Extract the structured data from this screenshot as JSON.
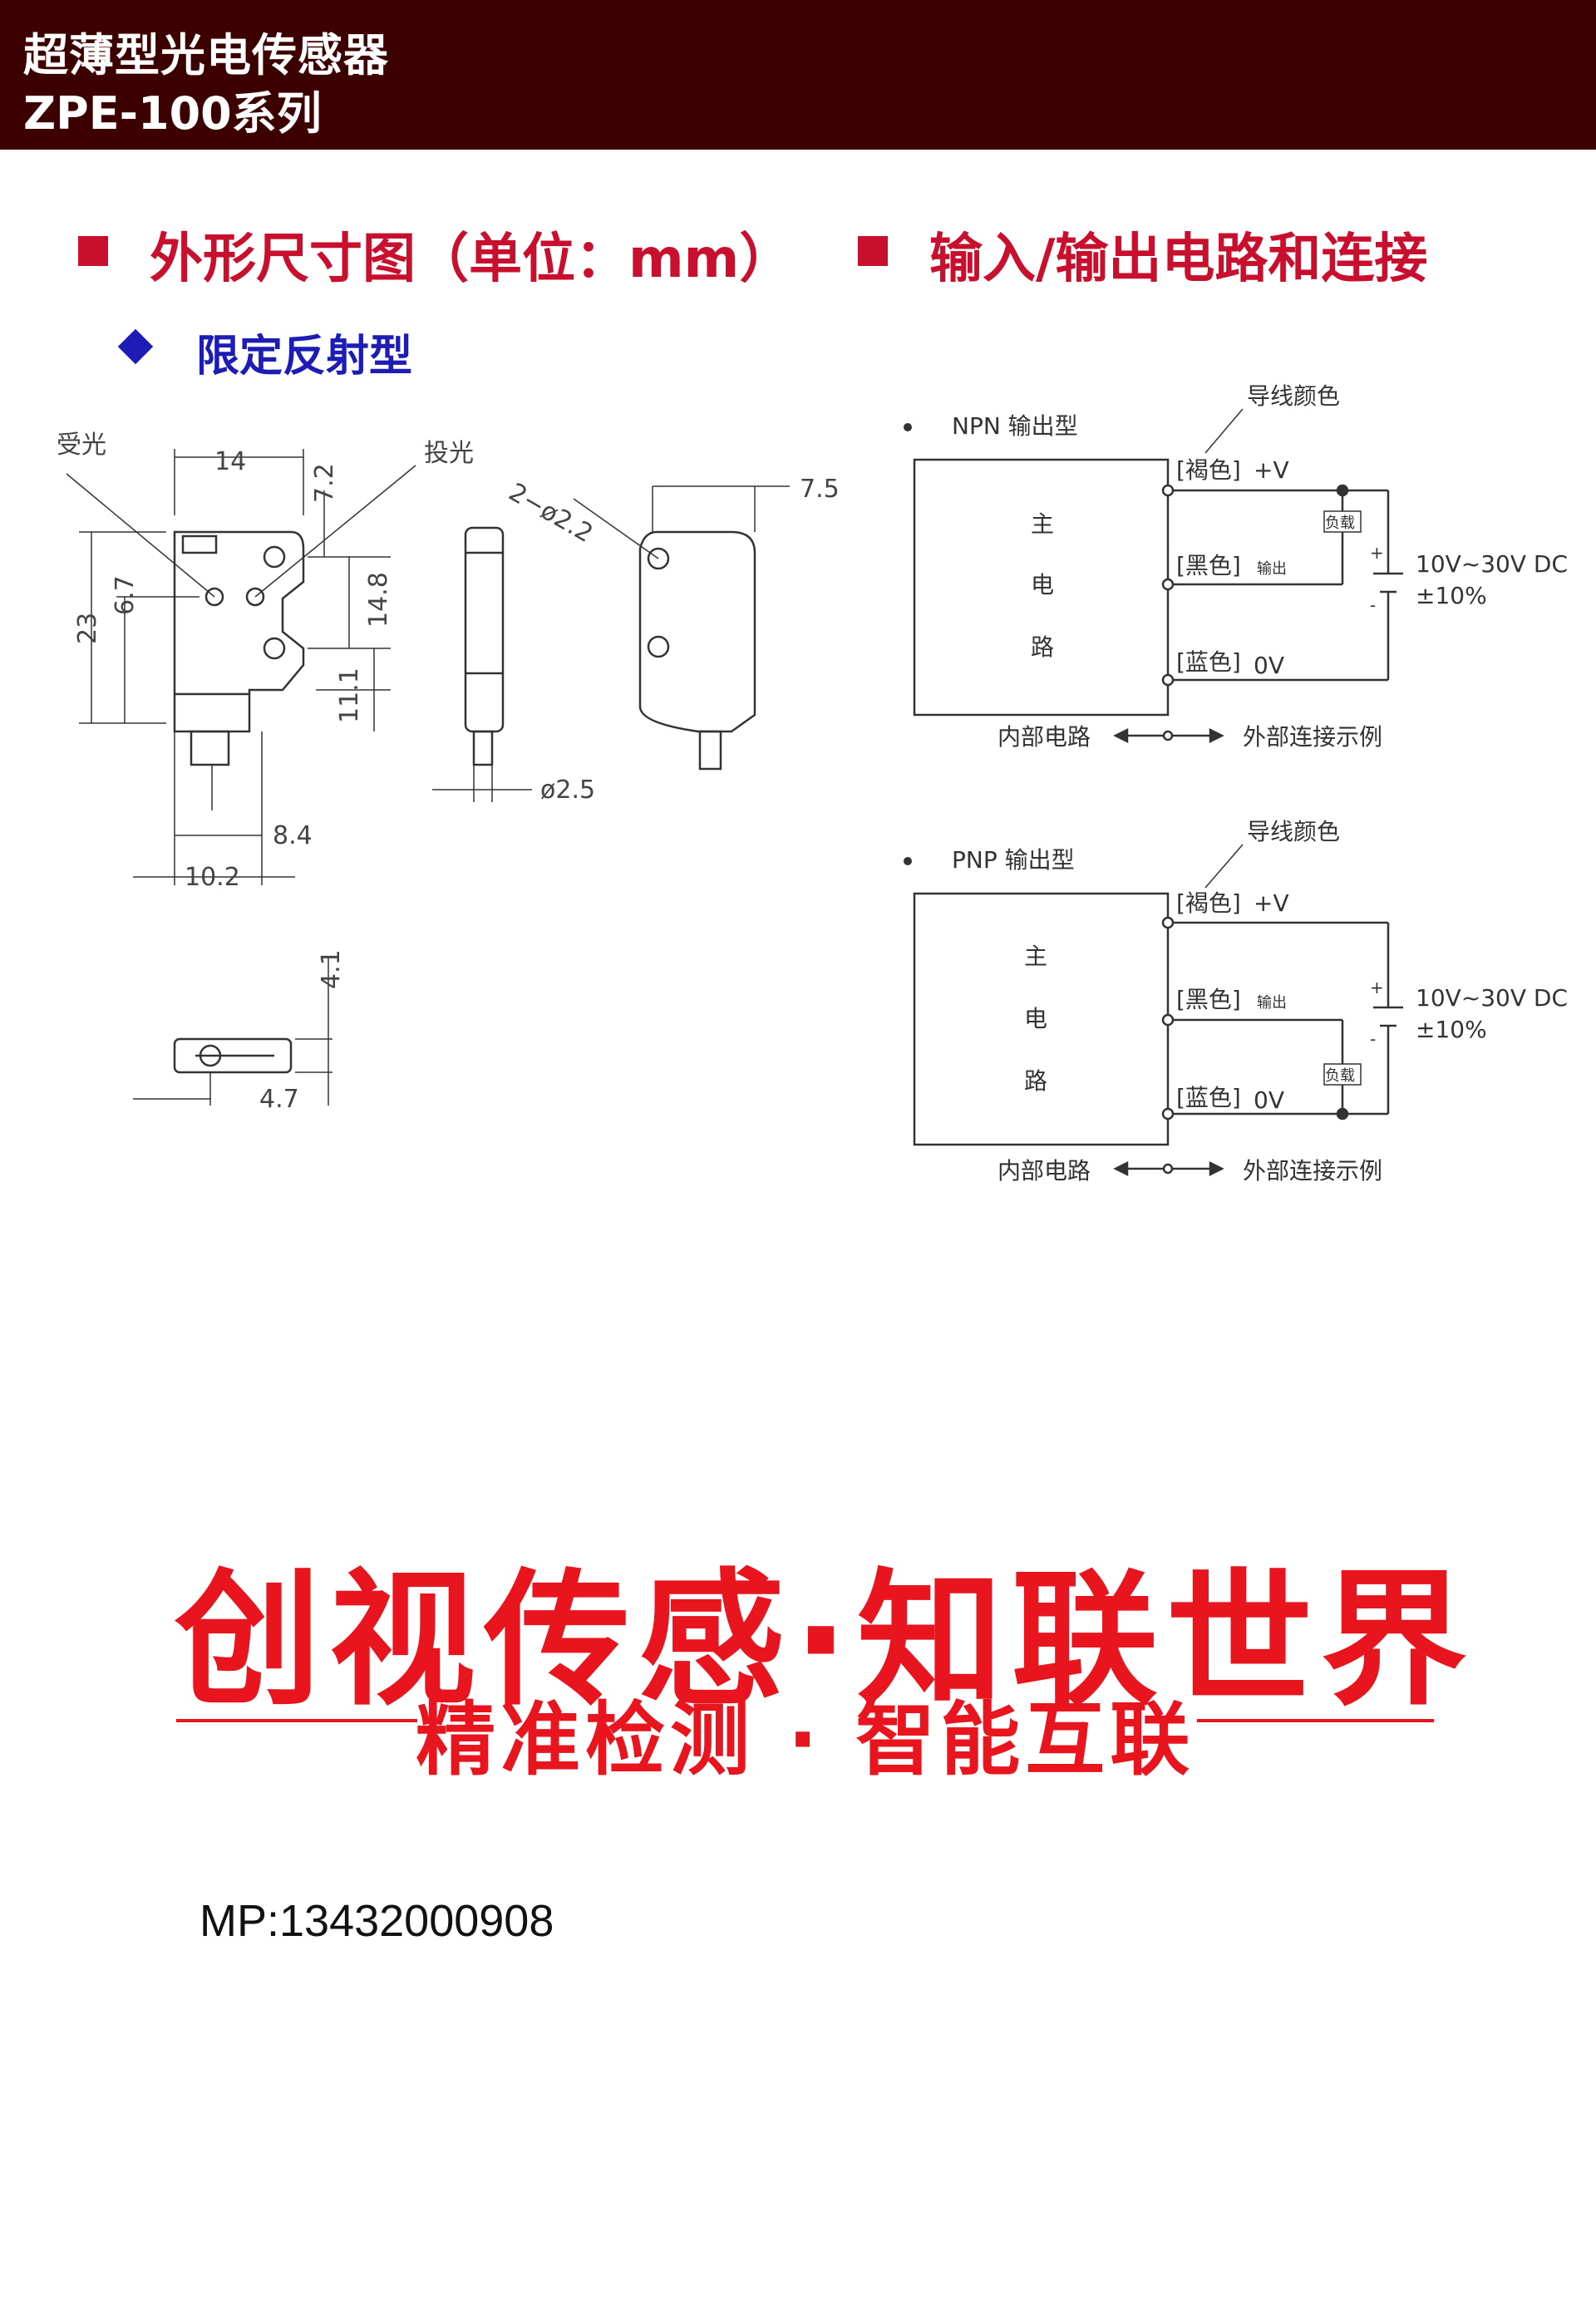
{
  "header": {
    "title": "超薄型光电传感器",
    "series": "ZPE-100系列"
  },
  "sections": {
    "dimensions": "外形尺寸图（单位：mm）",
    "circuit": "输入/输出电路和连接",
    "sub_type": "限定反射型"
  },
  "dims": {
    "receive": "受光",
    "emit": "投光",
    "d14": "14",
    "d7_2": "7.2",
    "d23": "23",
    "d6_7": "6.7",
    "d14_8": "14.8",
    "d11_1": "11.1",
    "d8_4": "8.4",
    "d10_2": "10.2",
    "holes": "2−ø2.2",
    "d7_5": "7.5",
    "d2_5": "ø2.5",
    "d4_1": "4.1",
    "d4_7": "4.7"
  },
  "npn": {
    "title": "NPN 输出型",
    "wire_color": "导线颜色",
    "brown": "[褐色]",
    "plus_v": "+V",
    "black": "[黑色]",
    "output": "输出",
    "blue": "[蓝色]",
    "zero_v": "0V",
    "load": "负载",
    "main1": "主",
    "main2": "电",
    "main3": "路",
    "supply": "10V~30V DC",
    "tolerance": "±10%",
    "plus": "+",
    "minus": "-",
    "internal": "内部电路",
    "external": "外部连接示例"
  },
  "pnp": {
    "title": "PNP 输出型",
    "wire_color": "导线颜色",
    "brown": "[褐色]",
    "plus_v": "+V",
    "black": "[黑色]",
    "output": "输出",
    "blue": "[蓝色]",
    "zero_v": "0V",
    "load": "负载",
    "main1": "主",
    "main2": "电",
    "main3": "路",
    "supply": "10V~30V DC",
    "tolerance": "±10%",
    "plus": "+",
    "minus": "-",
    "internal": "内部电路",
    "external": "外部连接示例"
  },
  "slogan": {
    "main": "创视传感·知联世界",
    "tagline": "精准检测 · 智能互联"
  },
  "contact": {
    "phone": "MP:13432000908"
  }
}
